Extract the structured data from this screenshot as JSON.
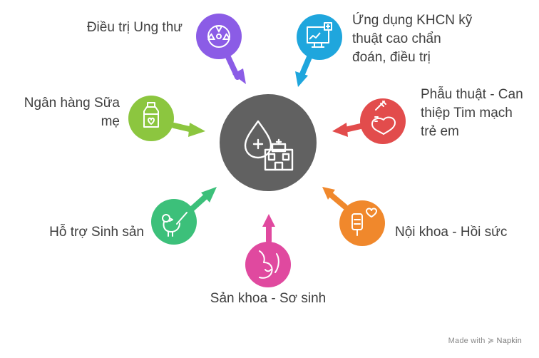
{
  "center": {
    "icon": "hospital-icon"
  },
  "nodes": {
    "oncology": {
      "label": "Điều trị Ung thư",
      "icon": "radiation-icon",
      "color": "#8b5ce6"
    },
    "tech": {
      "label": "Ứng dụng KHCN kỹ\nthuật cao chẩn\nđoán, điều trị",
      "icon": "monitor-medical-icon",
      "color": "#1fa6dd"
    },
    "surgery": {
      "label": "Phẫu thuật - Can\nthiệp Tim mạch\ntrẻ em",
      "icon": "heart-syringe-icon",
      "color": "#e24c4c"
    },
    "internal": {
      "label": "Nội khoa - Hồi sức",
      "icon": "iv-heart-icon",
      "color": "#f0882c"
    },
    "obstetrics": {
      "label": "Sản khoa - Sơ sinh",
      "icon": "pregnant-icon",
      "color": "#e0499f"
    },
    "reproduction": {
      "label": "Hỗ trợ Sinh sản",
      "icon": "bird-reproduction-icon",
      "color": "#3cc07a"
    },
    "milkbank": {
      "label": "Ngân hàng Sữa\nmẹ",
      "icon": "milk-bottle-icon",
      "color": "#8cc63f"
    }
  },
  "footer": {
    "made_with": "Made with",
    "brand": "Napkin"
  }
}
